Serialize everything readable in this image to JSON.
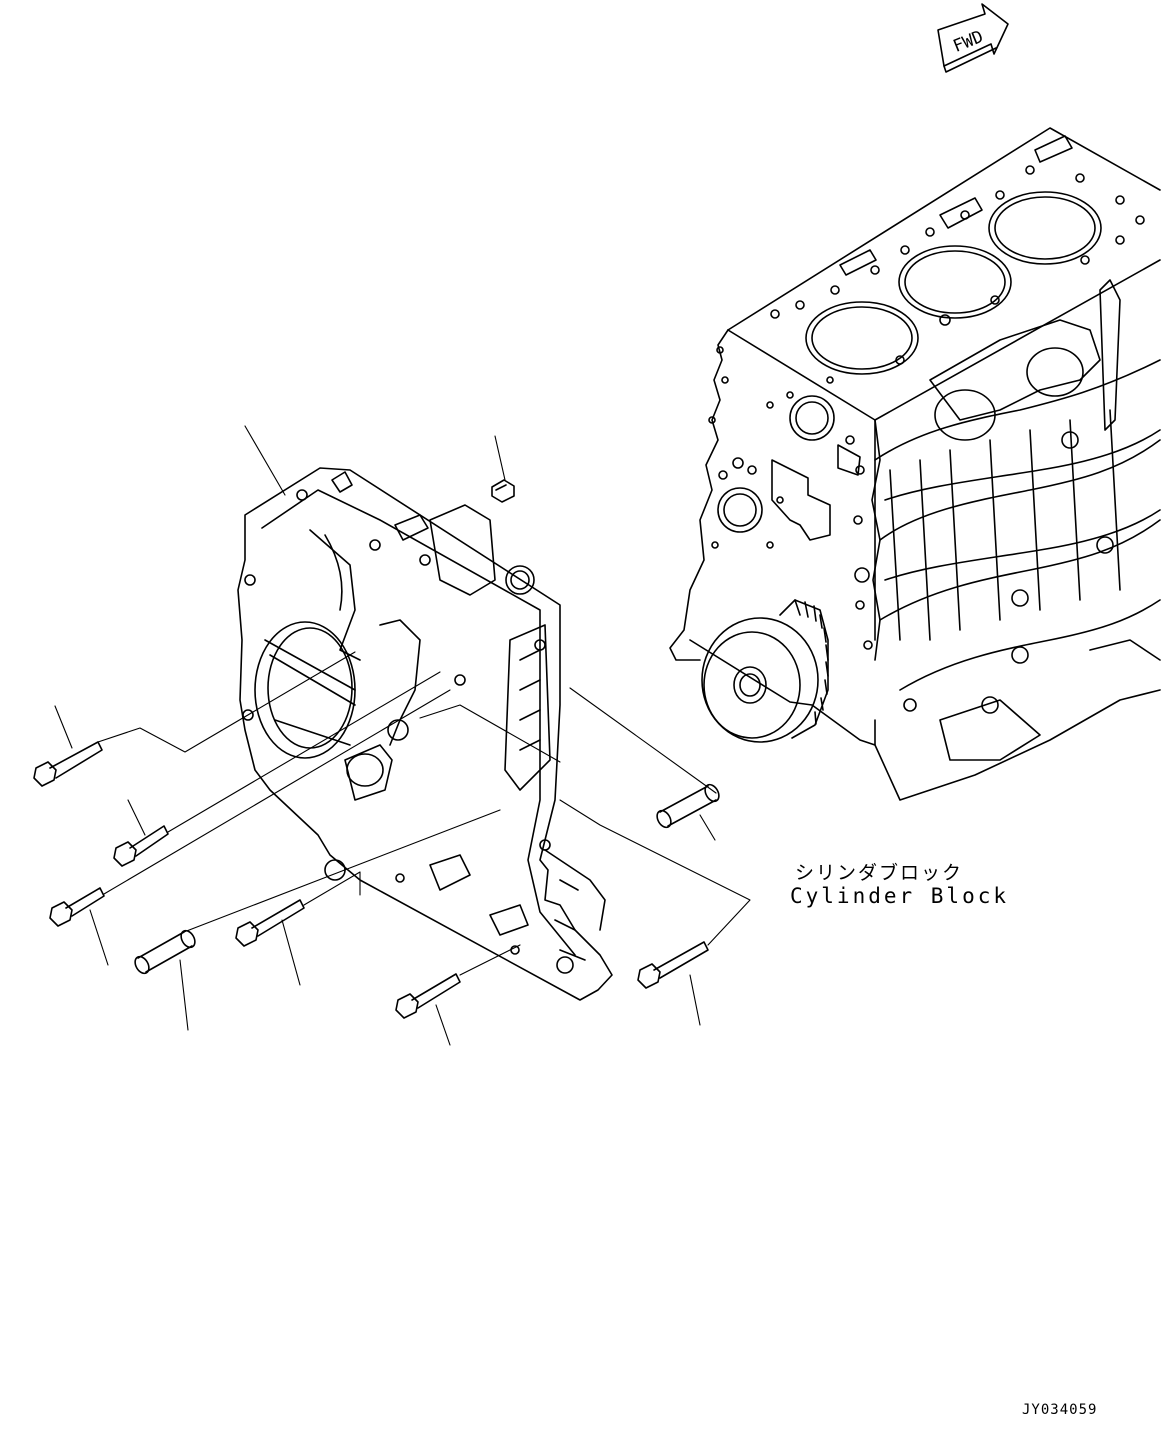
{
  "diagram": {
    "fwd_label": "FWD",
    "component_label_jp": "シリンダブロック",
    "component_label_en": "Cylinder Block",
    "drawing_id": "JY034059"
  }
}
